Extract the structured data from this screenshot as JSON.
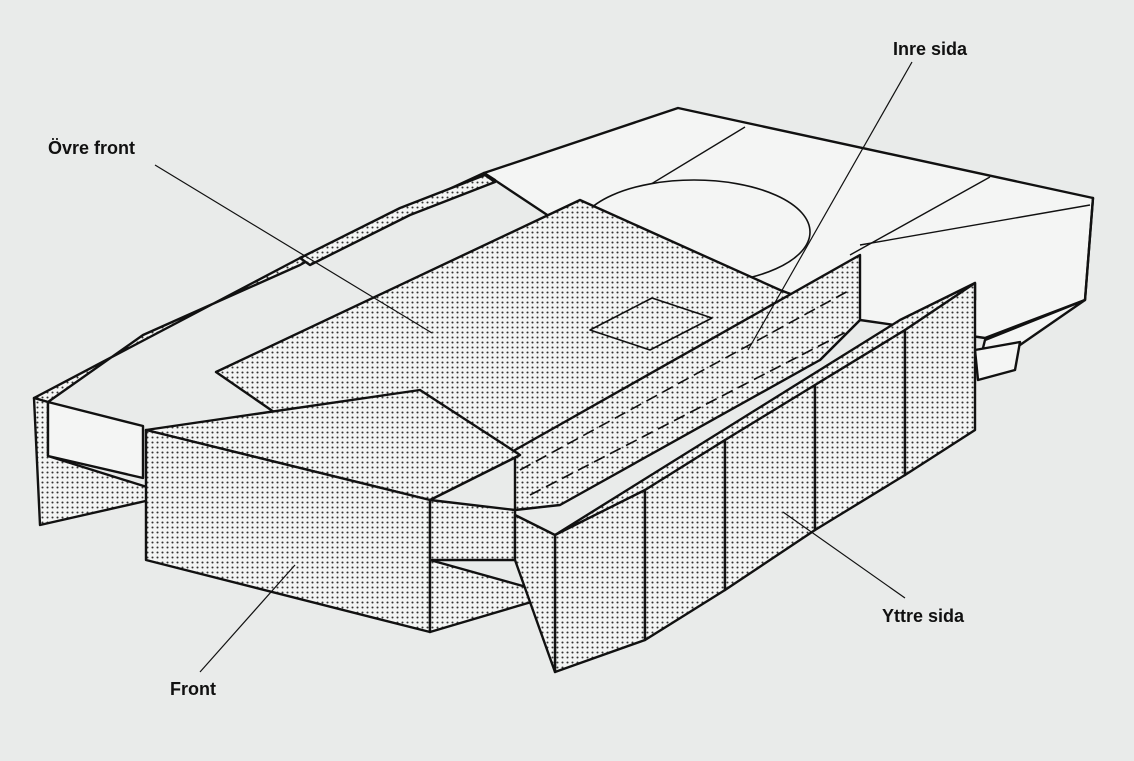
{
  "labels": {
    "inre_sida": "Inre sida",
    "ovre_front": "Övre front",
    "yttre_sida": "Yttre sida",
    "front": "Front"
  },
  "colors": {
    "background": "#e9ebea",
    "outline": "#111111",
    "face_plain": "#f4f5f4",
    "stipple_dot": "#333333"
  }
}
